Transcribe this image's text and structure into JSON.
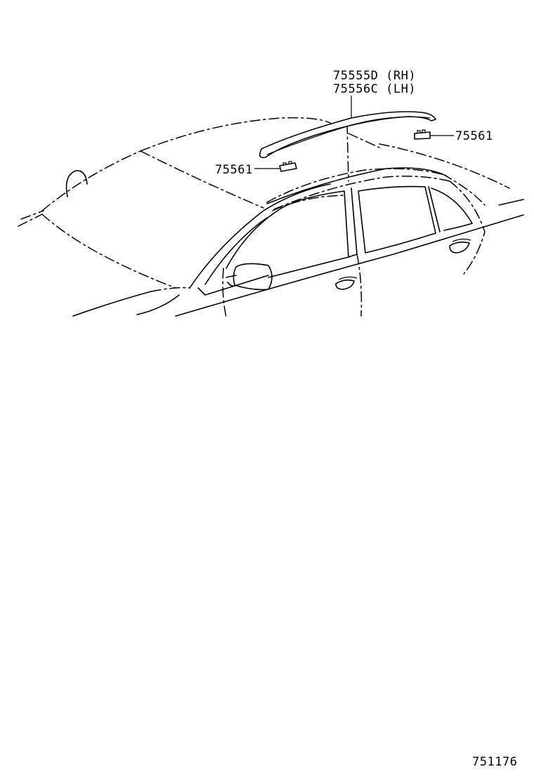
{
  "callouts": {
    "part_rh": "75555D (RH)",
    "part_lh": "75556C (LH)",
    "clip_right": "75561",
    "clip_left": "75561"
  },
  "figure_number": "751176"
}
